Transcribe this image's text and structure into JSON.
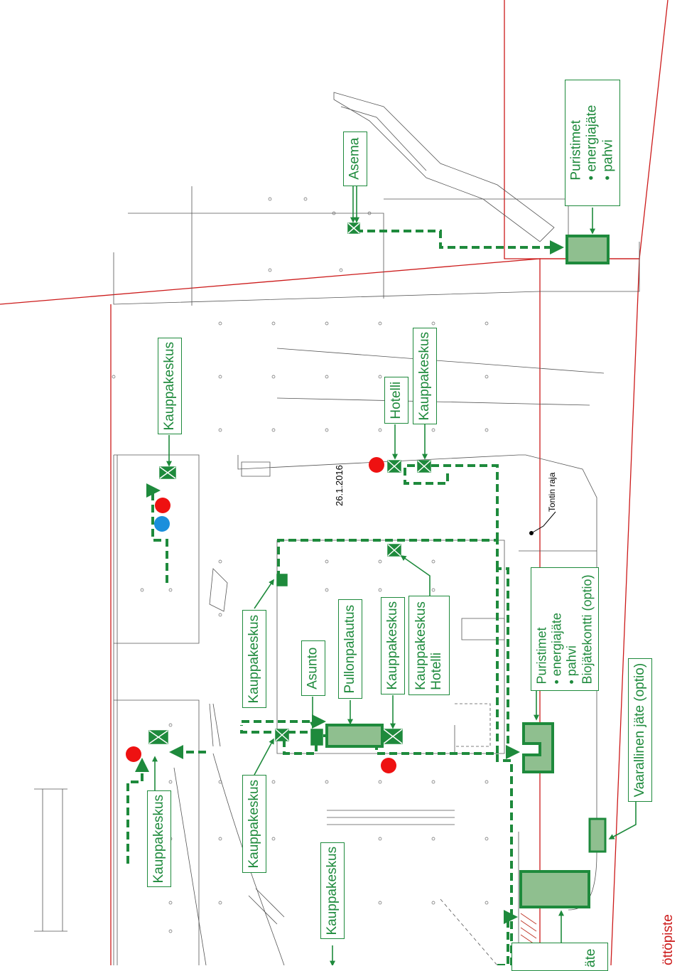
{
  "labels": {
    "asema": "Asema",
    "puristimet_top": {
      "title": "Puristimet",
      "items": [
        "• energiajäte",
        "• pahvi"
      ]
    },
    "kauppakeskus_nw": "Kauppakeskus",
    "hotelli": "Hotelli",
    "kauppakeskus_n": "Kauppakeskus",
    "kauppakeskus_mid": "Kauppakeskus",
    "asunto": "Asunto",
    "pullonpalautus": "Pullonpalautus",
    "kauppakeskus_center": "Kauppakeskus",
    "kauppakeskus_hotelli": {
      "title": "Kauppakeskus",
      "line2": "Hotelli"
    },
    "puristimet_right": {
      "title": "Puristimet",
      "items": [
        "• energiajäte",
        "• pahvi"
      ],
      "extra": "Biojätekontti (optio)"
    },
    "vaarallinen": "Vaarallinen jäte (optio)",
    "kauppakeskus_sw": "Kauppakeskus",
    "kauppakeskus_s": "Kauppakeskus",
    "kauppakeskus_bottom": "Kauppakeskus",
    "bottom_partial": "äte",
    "edge_partial": "öttöpiste"
  },
  "annotations": {
    "date": "26.1.2016",
    "tontin_raja": "Tontin raja"
  },
  "colors": {
    "green": "#1e8a3c",
    "container_fill": "#8fbf8f",
    "marker_red": "#ee1111",
    "marker_blue": "#1a8fdc",
    "boundary_red": "#cc1a1a"
  }
}
